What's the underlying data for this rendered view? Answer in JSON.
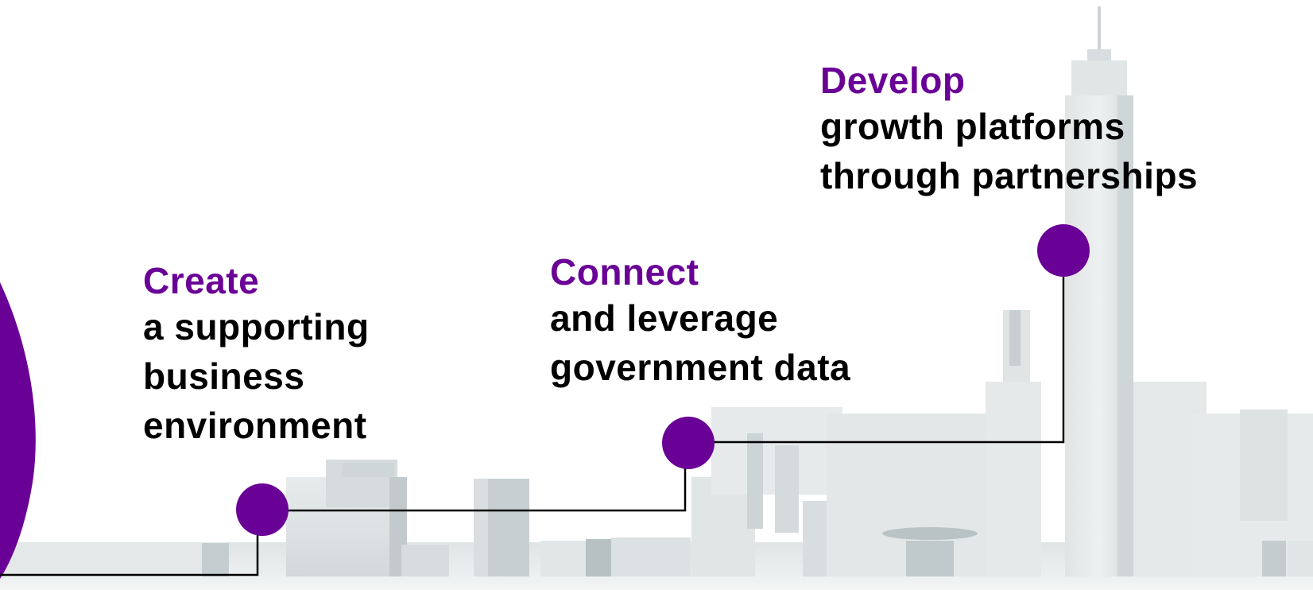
{
  "colors": {
    "accent": "#6a0196",
    "text": "#000000",
    "connector": "#000000",
    "skyline_light": "#e2e6e7",
    "skyline_mid": "#c9d0d2",
    "skyline_dark": "#aab4b7"
  },
  "steps": [
    {
      "heading": "Create",
      "description": "a supporting\nbusiness\nenvironment"
    },
    {
      "heading": "Connect",
      "description": "and leverage\ngovernment data"
    },
    {
      "heading": "Develop",
      "description": "growth platforms\nthrough partnerships"
    }
  ]
}
